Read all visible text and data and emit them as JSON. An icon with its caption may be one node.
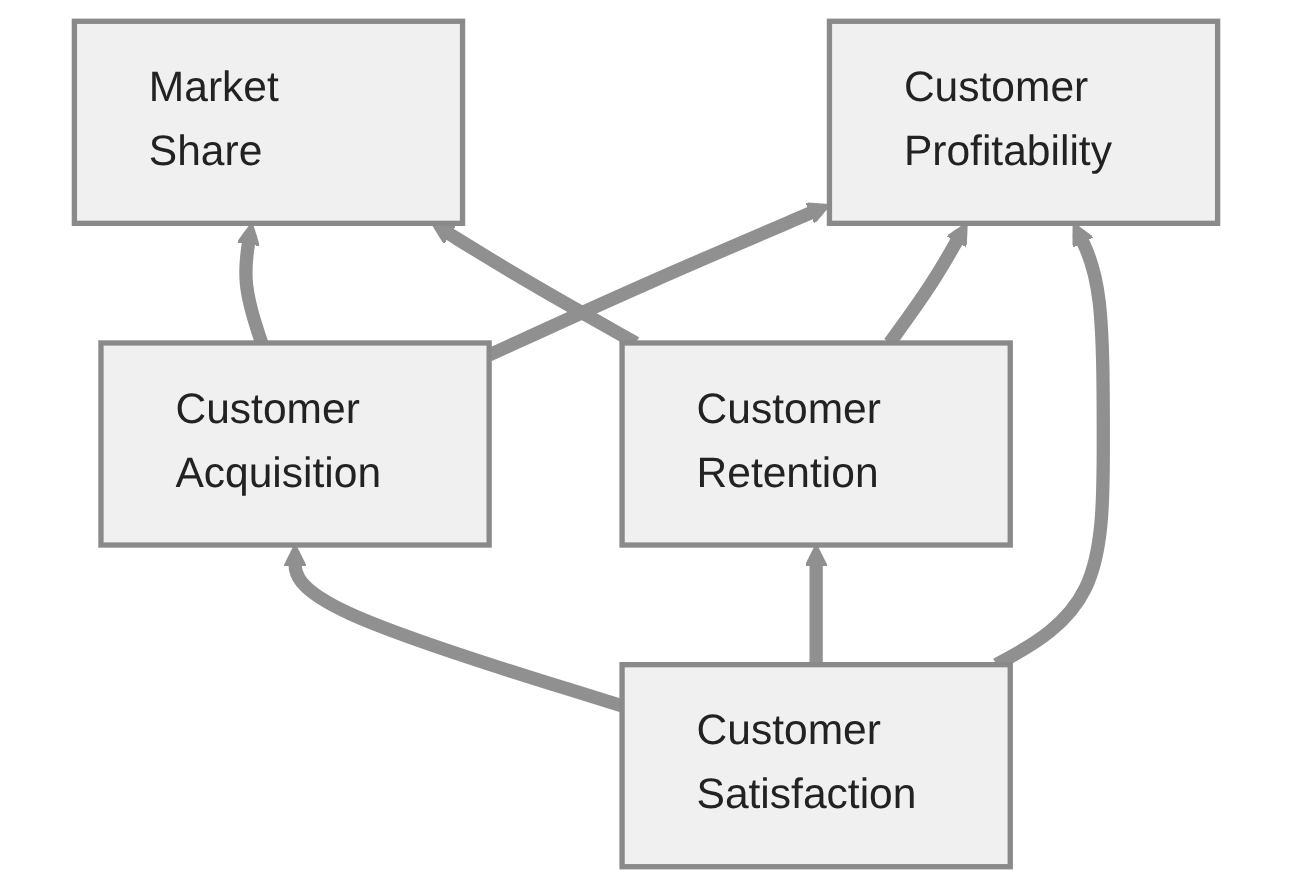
{
  "diagram": {
    "nodes": [
      {
        "text": [
          "Market Share"
        ]
      },
      {
        "text": [
          "Customer Acquisition"
        ]
      },
      {
        "text": [
          "Customer Profitability"
        ]
      },
      {
        "text": [
          "Customer Retention"
        ]
      },
      {
        "text": [
          "Customer Satisfaction"
        ]
      }
    ],
    "edges": [
      {
        "from": 1,
        "to": 0,
        "arrow": "to"
      },
      {
        "from": 3,
        "to": 0,
        "arrow": "to"
      },
      {
        "from": 1,
        "to": 2,
        "arrow": "to"
      },
      {
        "from": 3,
        "to": 2,
        "arrow": "to"
      },
      {
        "from": 4,
        "to": 1,
        "arrow": "to"
      },
      {
        "from": 4,
        "to": 2,
        "arrow": "to"
      },
      {
        "from": 4,
        "to": 3,
        "arrow": "to"
      }
    ]
  }
}
